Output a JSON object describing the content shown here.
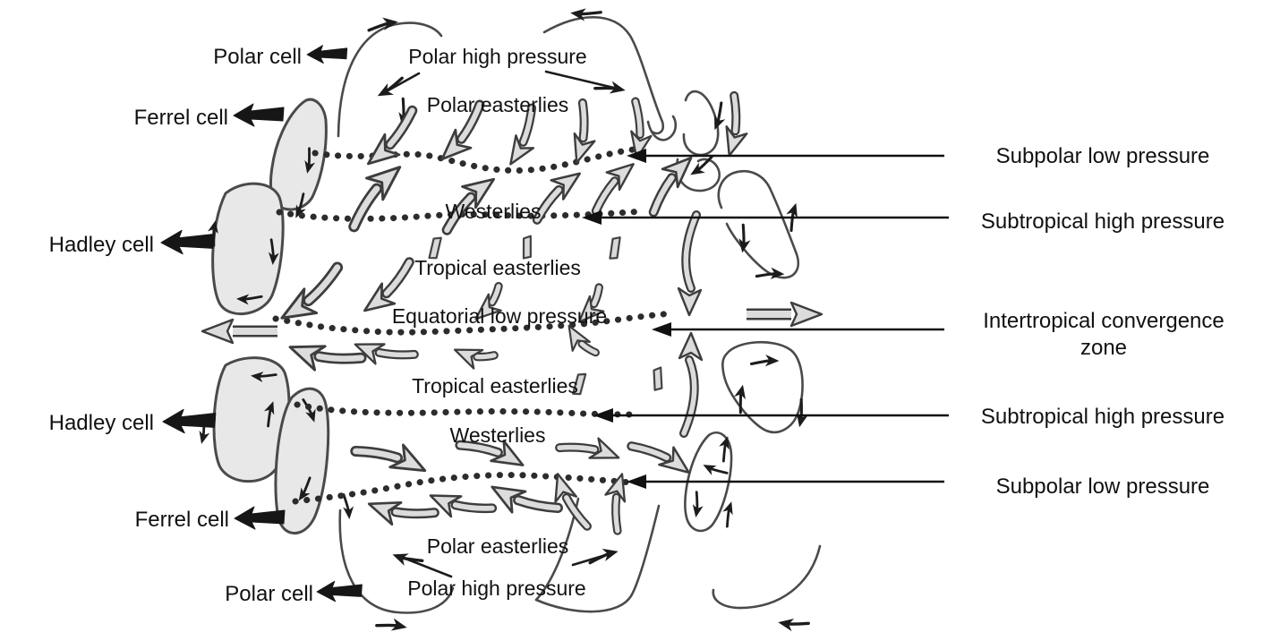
{
  "colors": {
    "background": "#ffffff",
    "ink": "#3d3d3d",
    "wind_arrow_fill": "#dcdcdc",
    "cell_blob_fill": "#e8e8e8",
    "text": "#111111"
  },
  "left_labels": [
    {
      "text": "Polar cell"
    },
    {
      "text": "Ferrel cell"
    },
    {
      "text": "Hadley cell"
    },
    {
      "text": "Hadley cell"
    },
    {
      "text": "Ferrel cell"
    },
    {
      "text": "Polar cell"
    }
  ],
  "center_labels": [
    {
      "text": "Polar high pressure"
    },
    {
      "text": "Polar easterlies"
    },
    {
      "text": "Westerlies"
    },
    {
      "text": "Tropical easterlies"
    },
    {
      "text": "Equatorial low pressure"
    },
    {
      "text": "Tropical easterlies"
    },
    {
      "text": "Westerlies"
    },
    {
      "text": "Polar easterlies"
    },
    {
      "text": "Polar high pressure"
    }
  ],
  "right_labels": [
    {
      "text": "Subpolar low pressure"
    },
    {
      "text": "Subtropical high pressure"
    },
    {
      "line1": "Intertropical convergence",
      "line2": "zone"
    },
    {
      "text": "Subtropical high pressure"
    },
    {
      "text": "Subpolar low pressure"
    }
  ]
}
